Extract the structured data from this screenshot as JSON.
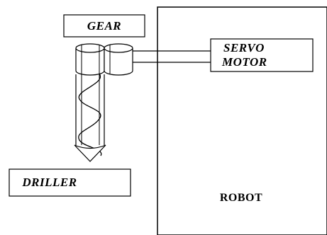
{
  "diagram": {
    "gear_label": "GEAR",
    "servo_label_line1": "SERVO",
    "servo_label_line2": "MOTOR",
    "driller_label": "DRILLER",
    "robot_label": "ROBOT"
  }
}
